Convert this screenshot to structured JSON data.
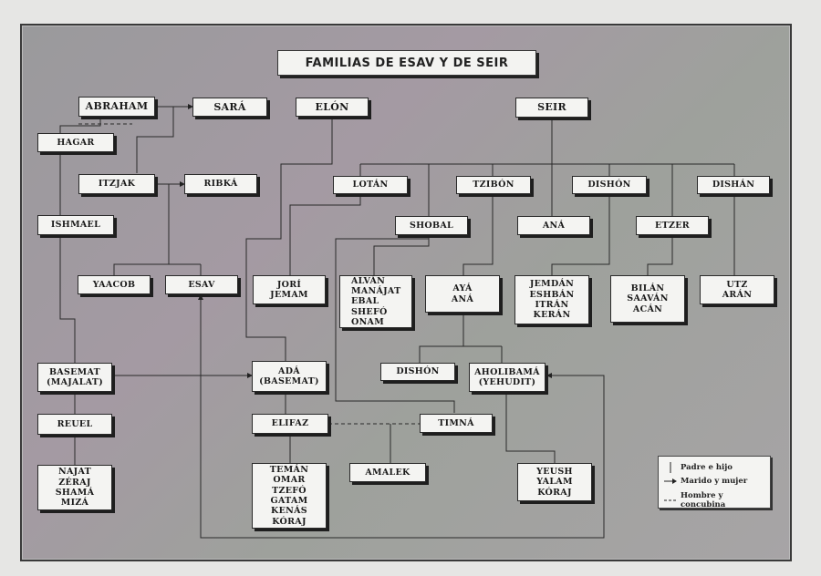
{
  "title": "FAMILIAS DE ESAV Y DE SEIR",
  "people": {
    "abraham": "ABRAHAM",
    "sara": "SARÁ",
    "elon": "ELÓN",
    "seir": "SEIR",
    "hagar": "HAGAR",
    "itzjak": "ITZJAK",
    "ribka": "RIBKÁ",
    "ishmael": "ISHMAEL",
    "lotan": "LOTÁN",
    "tzibon": "TZIBÓN",
    "dishon": "DISHÓN",
    "dishan": "DISHÁN",
    "shobal": "SHOBAL",
    "ana": "ANÁ",
    "etzer": "ETZER",
    "yaacob": "YAACOB",
    "esav": "ESAV",
    "basemat": [
      "BASEMAT",
      "(MAJALAT)"
    ],
    "ada": [
      "ADÁ",
      "(BASEMAT)"
    ],
    "dishon2": "DISHÓN",
    "aholibama": [
      "AHOLIBAMÁ",
      "(YEHUDIT)"
    ],
    "reuel": "REUEL",
    "elifaz": "ELIFAZ",
    "timna": "TIMNÁ",
    "amalek": "AMALEK"
  },
  "groups": {
    "lotan_children": [
      "JORÍ",
      "JEMAM"
    ],
    "shobal_children": [
      "ALVÁN",
      "MANÁJAT",
      "EBAL",
      "SHEFÓ",
      "ONAM"
    ],
    "tzibon_children": [
      "AYÁ",
      "ANÁ"
    ],
    "dishon_children": [
      "JEMDÁN",
      "ESHBÁN",
      "ITRÁN",
      "KERÁN"
    ],
    "etzer_children": [
      "BILÁN",
      "SAAVÁN",
      "ACÁN"
    ],
    "dishan_children": [
      "UTZ",
      "ARÁN"
    ],
    "reuel_children": [
      "NAJAT",
      "ZÉRAJ",
      "SHAMÁ",
      "MIZÁ"
    ],
    "elifaz_children": [
      "TEMÁN",
      "OMAR",
      "TZEFÓ",
      "GATAM",
      "KENÁS",
      "KÓRAJ"
    ],
    "aholibama_children": [
      "YEUSH",
      "YALAM",
      "KÓRAJ"
    ]
  },
  "legend": {
    "parent_child": "Padre e hijo",
    "spouses": "Marido y mujer",
    "concubine": "Hombre y concubina"
  },
  "colors": {
    "line": "#2a2a2a",
    "box": "#f4f4f2",
    "background": "#9e9e9f"
  }
}
